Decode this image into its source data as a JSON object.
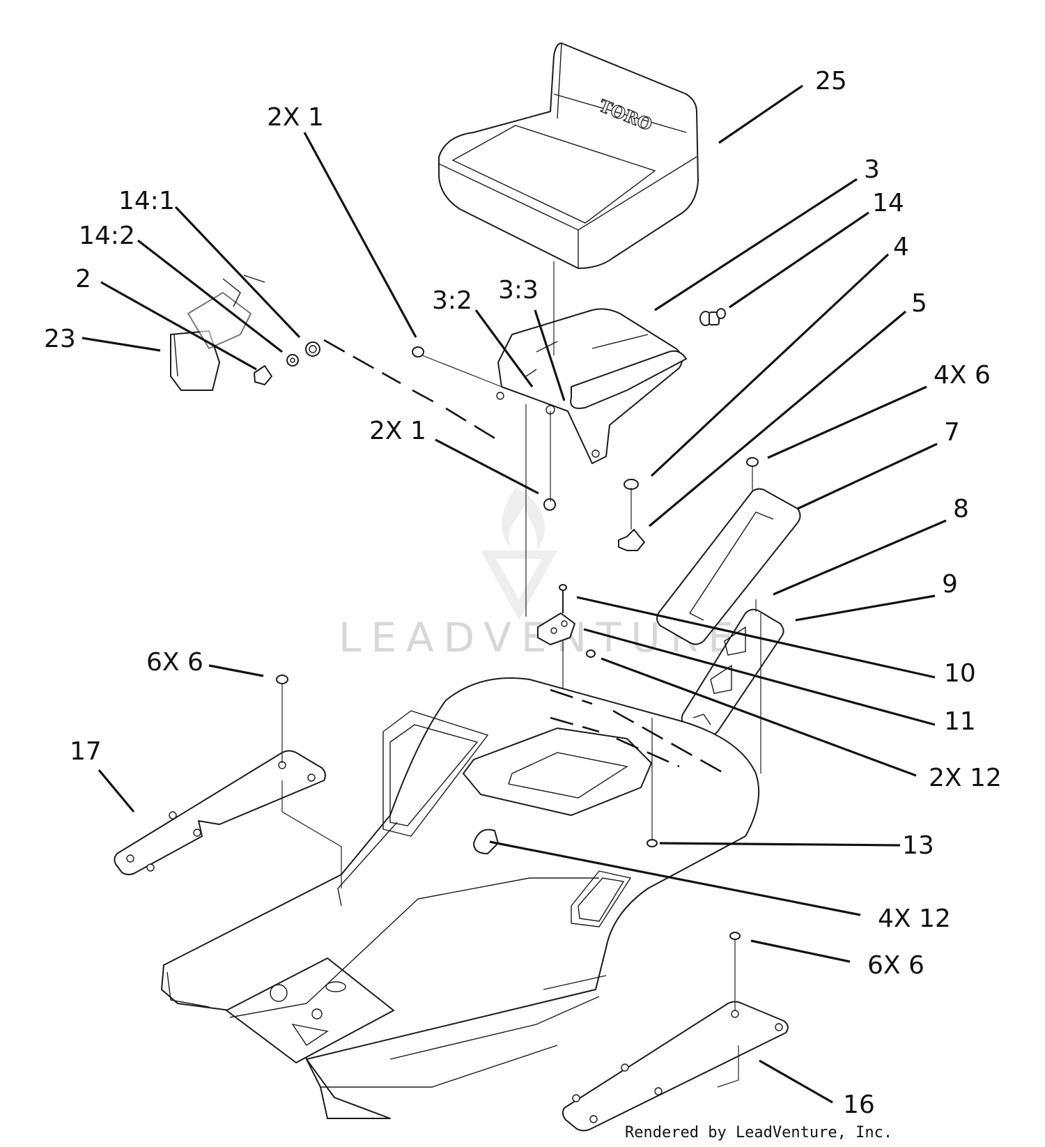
{
  "callouts": [
    {
      "id": "25",
      "text": "25"
    },
    {
      "id": "2x1-top",
      "text": "2X 1"
    },
    {
      "id": "3",
      "text": "3"
    },
    {
      "id": "14-1",
      "text": "14:1"
    },
    {
      "id": "14",
      "text": "14"
    },
    {
      "id": "14-2",
      "text": "14:2"
    },
    {
      "id": "4",
      "text": "4"
    },
    {
      "id": "2",
      "text": "2"
    },
    {
      "id": "3-3",
      "text": "3:3"
    },
    {
      "id": "3-2",
      "text": "3:2"
    },
    {
      "id": "5",
      "text": "5"
    },
    {
      "id": "23",
      "text": "23"
    },
    {
      "id": "4x6",
      "text": "4X 6"
    },
    {
      "id": "2x1-mid",
      "text": "2X 1"
    },
    {
      "id": "7",
      "text": "7"
    },
    {
      "id": "8",
      "text": "8"
    },
    {
      "id": "9",
      "text": "9"
    },
    {
      "id": "6x6-left",
      "text": "6X 6"
    },
    {
      "id": "10",
      "text": "10"
    },
    {
      "id": "11",
      "text": "11"
    },
    {
      "id": "17",
      "text": "17"
    },
    {
      "id": "2x12",
      "text": "2X 12"
    },
    {
      "id": "13",
      "text": "13"
    },
    {
      "id": "4x12",
      "text": "4X 12"
    },
    {
      "id": "6x6-right",
      "text": "6X 6"
    },
    {
      "id": "16",
      "text": "16"
    }
  ],
  "seat_brand": "TORO",
  "watermark": "LEADVENTURE",
  "footer": "Rendered by LeadVenture, Inc."
}
